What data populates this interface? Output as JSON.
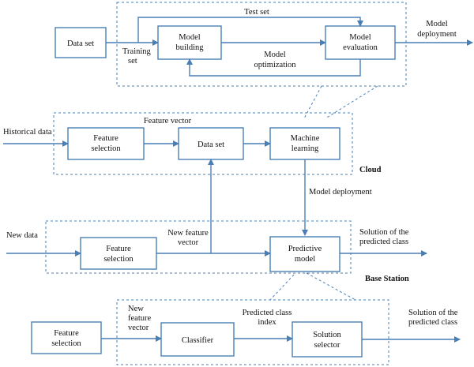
{
  "top_group": {
    "boxes": {
      "data_set": "Data set",
      "model_building": [
        "Model",
        "building"
      ],
      "model_evaluation": [
        "Model",
        "evaluation"
      ]
    },
    "labels": {
      "test_set": "Test set",
      "training_set": [
        "Training",
        "set"
      ],
      "model_optimization": [
        "Model",
        "optimization"
      ],
      "model_deployment": [
        "Model",
        "deployment"
      ]
    }
  },
  "cloud_group": {
    "title": "Cloud",
    "boxes": {
      "feature_selection": [
        "Feature",
        "selection"
      ],
      "data_set": "Data set",
      "machine_learning": [
        "Machine",
        "learning"
      ]
    },
    "labels": {
      "historical_data": "Historical data",
      "feature_vector": "Feature vector"
    }
  },
  "middle": {
    "model_deployment": "Model deployment"
  },
  "base_station_group": {
    "title": "Base Station",
    "boxes": {
      "feature_selection": [
        "Feature",
        "selection"
      ],
      "predictive_model": [
        "Predictive",
        "model"
      ]
    },
    "labels": {
      "new_data": "New data",
      "new_feature_vector": [
        "New feature",
        "vector"
      ],
      "solution": [
        "Solution of the",
        "predicted class"
      ]
    }
  },
  "bottom_group": {
    "boxes": {
      "feature_selection": [
        "Feature",
        "selection"
      ],
      "classifier": "Classifier",
      "solution_selector": [
        "Solution",
        "selector"
      ]
    },
    "labels": {
      "new_feature_vector": [
        "New",
        "feature",
        "vector"
      ],
      "predicted_class_index": [
        "Predicted class",
        "index"
      ],
      "solution": [
        "Solution of the",
        "predicted class"
      ]
    }
  }
}
